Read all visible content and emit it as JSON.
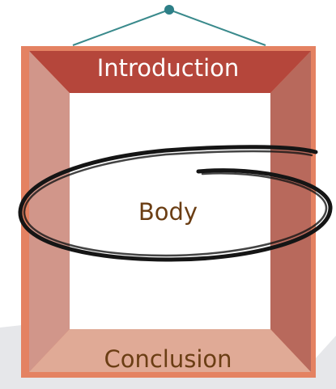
{
  "frame": {
    "top_label": "Introduction",
    "center_label": "Body",
    "bottom_label": "Conclusion"
  },
  "colors": {
    "top_panel": "#b5463b",
    "left_panel": "#d1968a",
    "right_panel": "#b8695c",
    "bottom_panel": "#e0aa96",
    "frame_outline": "#e48262",
    "hanging_wire": "#3a8a8c",
    "hook": "#2d7f87",
    "ellipse_stroke": "#151515",
    "body_text": "#6b3e14",
    "conclusion_text": "#6b3e14",
    "background_shadow": "#e6e7ea"
  },
  "icons": {
    "hook": "pushpin-dot",
    "emphasis": "hand-drawn-ellipse"
  }
}
